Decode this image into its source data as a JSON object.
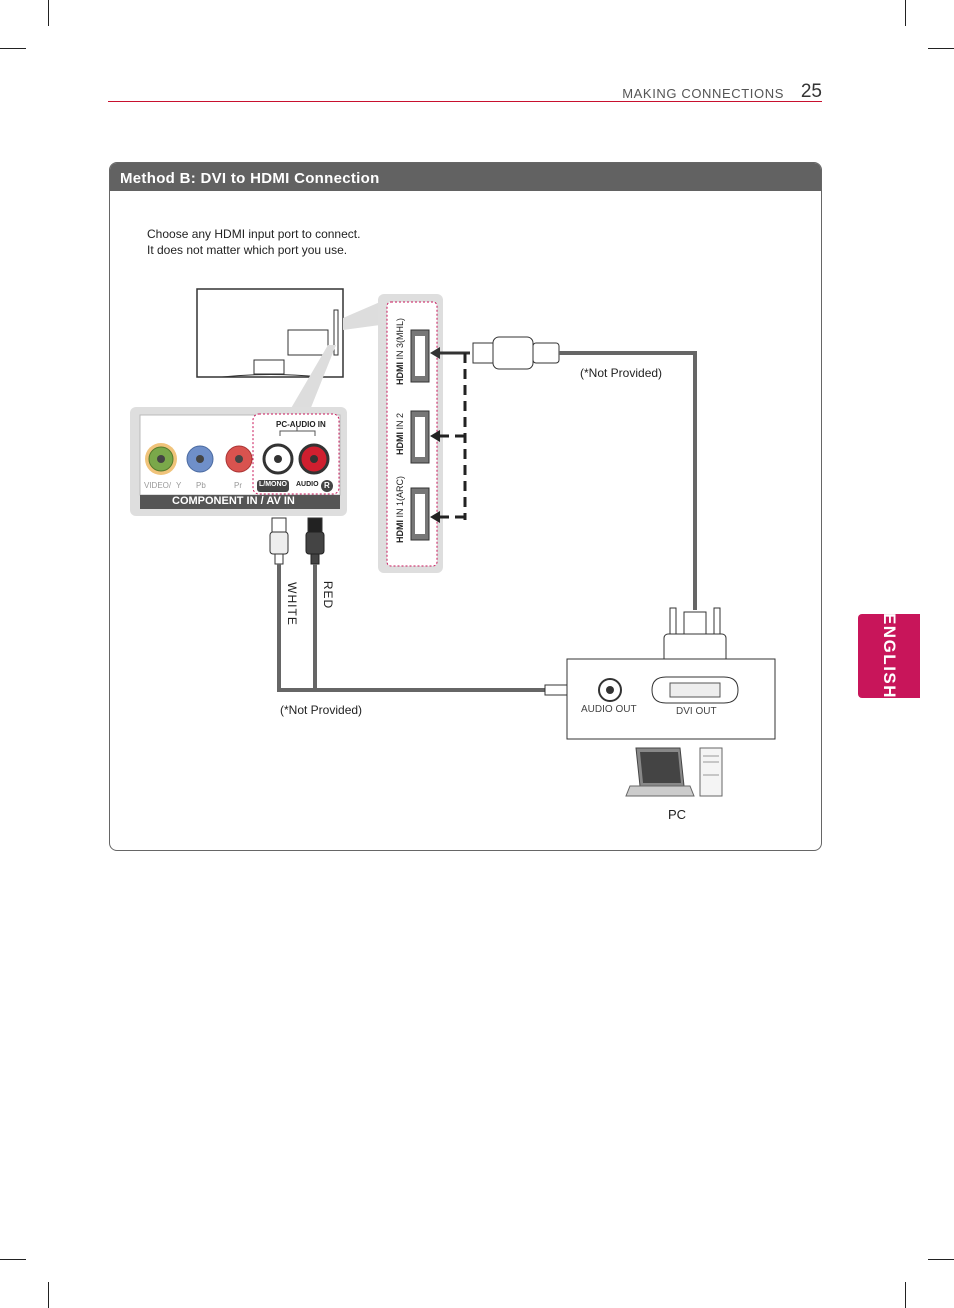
{
  "header": {
    "section": "MAKING CONNECTIONS",
    "page_number": "25"
  },
  "side_tab": {
    "label": "ENGLISH"
  },
  "panel": {
    "title": "Method B: DVI to HDMI Connection",
    "note_line1": "Choose any HDMI input port to connect.",
    "note_line2": "It does not matter which port you use."
  },
  "diagram": {
    "tv_jack_panel": {
      "pc_audio_in": "PC-AUDIO IN",
      "component_label": "COMPONENT IN / AV IN",
      "video_label": "VIDEO/",
      "y_label": "Y",
      "pb_label": "Pb",
      "pr_label": "Pr",
      "l_mono_label": "L/MONO",
      "audio_label": "AUDIO",
      "r_label": "R"
    },
    "hdmi_ports": {
      "in3": "IN 3(MHL)",
      "in2": "IN 2",
      "in1": "IN 1(ARC)",
      "logo": "HDMI"
    },
    "cables": {
      "white": "WHITE",
      "red": "RED",
      "not_provided_hdmi": "(*Not Provided)",
      "not_provided_audio": "(*Not Provided)"
    },
    "pc": {
      "audio_out": "AUDIO OUT",
      "dvi_out": "DVI OUT",
      "label": "PC"
    }
  },
  "colors": {
    "accent_red": "#c8102e",
    "english_tab": "#c8155a",
    "title_bar": "#626262",
    "jack_green": "#7aa84a",
    "jack_blue": "#6f8fc9",
    "jack_red": "#d9534f",
    "dashed_highlight": "#c8155a"
  }
}
